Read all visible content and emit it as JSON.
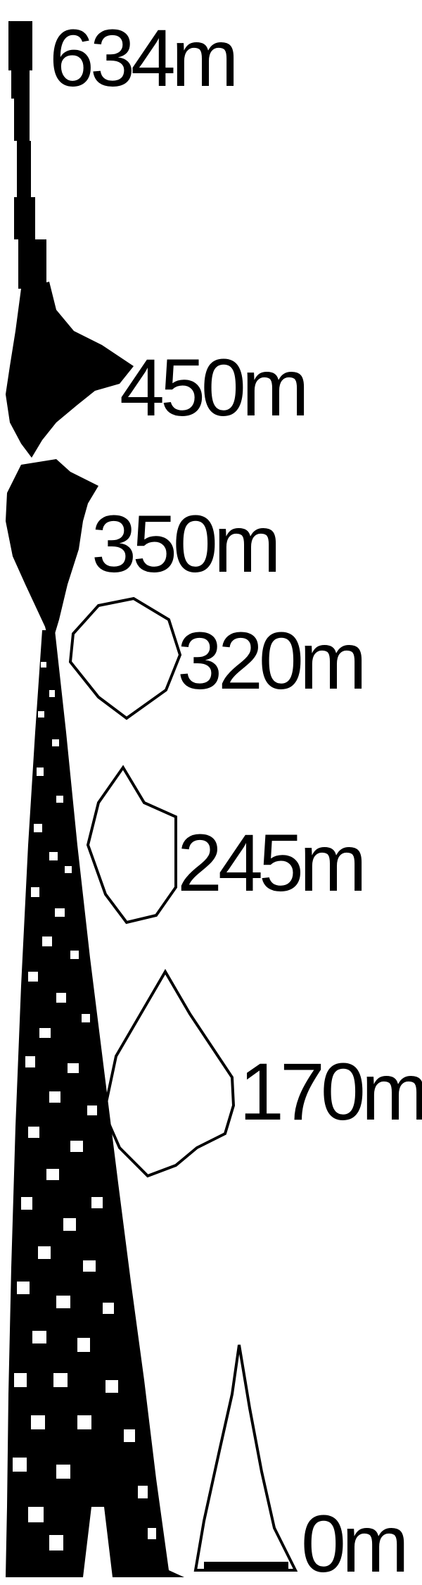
{
  "diagram": {
    "colors": {
      "ink": "#000000",
      "paper": "#ffffff"
    },
    "levels": [
      {
        "label": "634m",
        "height_m": 634
      },
      {
        "label": "450m",
        "height_m": 450
      },
      {
        "label": "350m",
        "height_m": 350
      },
      {
        "label": "320m",
        "height_m": 320
      },
      {
        "label": "245m",
        "height_m": 245
      },
      {
        "label": "170m",
        "height_m": 170
      },
      {
        "label": "0m",
        "height_m": 0
      }
    ]
  }
}
